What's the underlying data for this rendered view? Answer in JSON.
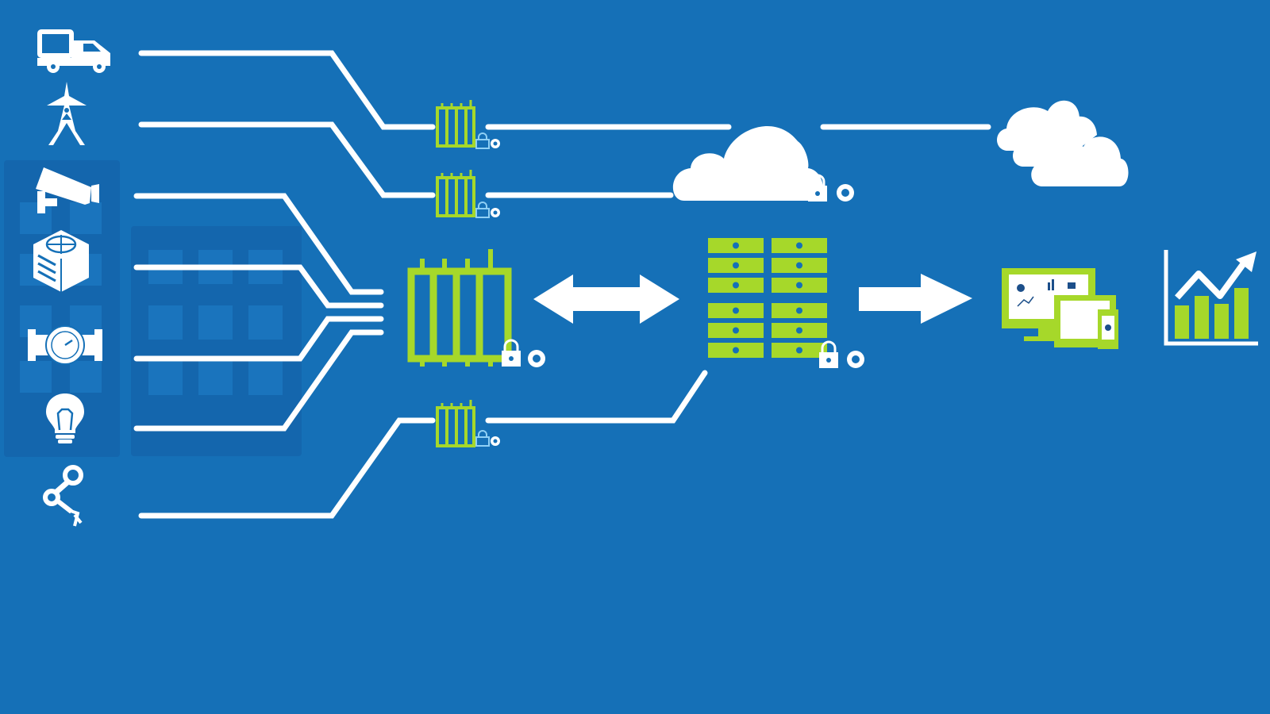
{
  "diagram": {
    "title": "",
    "type": "iot-data-flow",
    "colors": {
      "background": "#1570b7",
      "panel": "#1466ad",
      "accent_green": "#a6d82a",
      "line": "#ffffff"
    },
    "sources": [
      {
        "id": "truck",
        "icon": "truck-icon",
        "route": "gateway-top"
      },
      {
        "id": "power-tower",
        "icon": "power-tower-icon",
        "route": "gateway-middle"
      },
      {
        "id": "security-camera",
        "icon": "security-camera-icon",
        "route": "gateway-main"
      },
      {
        "id": "hvac-unit",
        "icon": "hvac-unit-icon",
        "route": "gateway-main"
      },
      {
        "id": "pipe-gauge",
        "icon": "pipe-gauge-icon",
        "route": "gateway-main"
      },
      {
        "id": "light-bulb",
        "icon": "light-bulb-icon",
        "route": "gateway-main"
      },
      {
        "id": "robot-arm",
        "icon": "robot-arm-icon",
        "route": "gateway-bottom"
      }
    ],
    "gateways": [
      {
        "id": "gateway-top",
        "icon": "gateway-icon",
        "badges": [
          "lock-icon",
          "gear-icon"
        ],
        "connects_to": "private-cloud"
      },
      {
        "id": "gateway-middle",
        "icon": "gateway-icon",
        "badges": [
          "lock-icon",
          "gear-icon"
        ],
        "connects_to": "private-cloud"
      },
      {
        "id": "gateway-main",
        "icon": "gateway-icon",
        "badges": [
          "lock-icon",
          "gear-icon"
        ],
        "connects_to": "server-rack"
      },
      {
        "id": "gateway-bottom",
        "icon": "gateway-icon",
        "badges": [
          "lock-icon",
          "gear-icon"
        ],
        "connects_to": "server-rack"
      }
    ],
    "nodes": [
      {
        "id": "private-cloud",
        "icon": "cloud-icon",
        "badges": [
          "lock-icon",
          "gear-icon"
        ]
      },
      {
        "id": "public-cloud",
        "icon": "multi-cloud-icon"
      },
      {
        "id": "server-rack",
        "icon": "server-rack-icon",
        "badges": [
          "lock-icon",
          "gear-icon"
        ]
      },
      {
        "id": "dashboards",
        "icon": "multi-device-dashboard-icon"
      },
      {
        "id": "analytics",
        "icon": "growth-chart-icon"
      }
    ],
    "edges": [
      {
        "from": "gateway-main",
        "to": "server-rack",
        "arrow": "bidirectional"
      },
      {
        "from": "server-rack",
        "to": "dashboards",
        "arrow": "forward"
      },
      {
        "from": "private-cloud",
        "to": "public-cloud",
        "arrow": "none"
      }
    ]
  }
}
